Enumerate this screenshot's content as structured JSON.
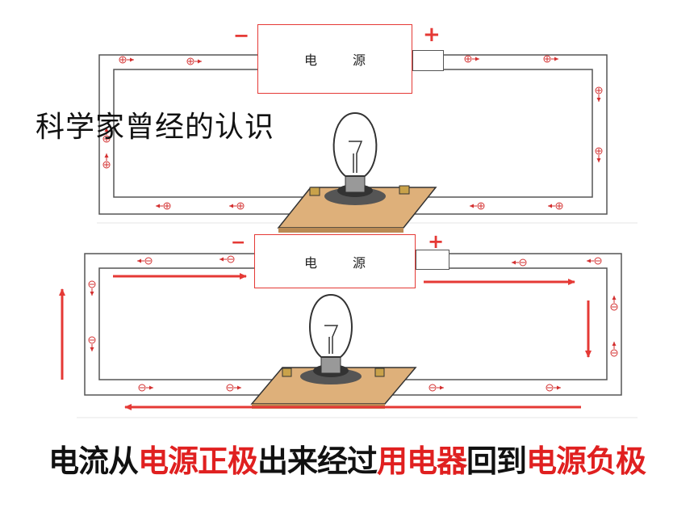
{
  "top_panel": {
    "caption": "科学家曾经的认识",
    "source_label_1": "电",
    "source_label_2": "源",
    "minus_sign": "−",
    "plus_sign": "+",
    "charge_symbol": "⊕"
  },
  "bottom_panel": {
    "source_label_1": "电",
    "source_label_2": "源",
    "minus_sign": "−",
    "plus_sign": "+",
    "charge_symbol": "⊖"
  },
  "bottom_caption": {
    "part1": "电流从",
    "part2": "电源正极",
    "part3": "出来经过",
    "part4": "用电器",
    "part5": "回到",
    "part6": "电源负极"
  },
  "colors": {
    "accent_red": "#e02020",
    "wire": "#555555",
    "lamp_base": "#deb07a"
  }
}
